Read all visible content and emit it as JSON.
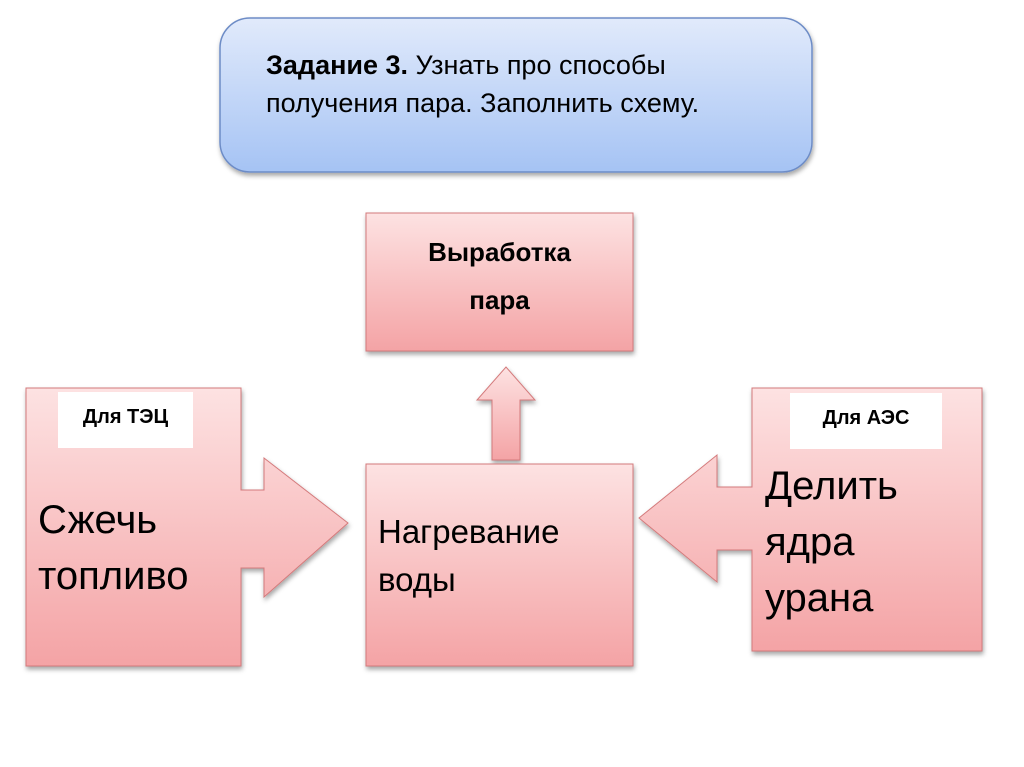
{
  "task": {
    "bold": "Задание 3.",
    "text": " Узнать про способы получения пара. Заполнить схему."
  },
  "steam_box": {
    "line1": "Выработка",
    "line2": "пара"
  },
  "left_callout": {
    "label": "Для ТЭЦ",
    "line1": "Сжечь",
    "line2": "топливо"
  },
  "center_box": {
    "line1": "Нагревание",
    "line2": "воды"
  },
  "right_callout": {
    "label": "Для АЭС",
    "line1": "Делить",
    "line2": "ядра",
    "line3": "урана"
  },
  "colors": {
    "blue_top": "#e1eafb",
    "blue_bottom": "#a5c3f4",
    "pink_top": "#fde2e2",
    "pink_bottom": "#f4a3a5",
    "pink_border": "#d47a7b"
  }
}
